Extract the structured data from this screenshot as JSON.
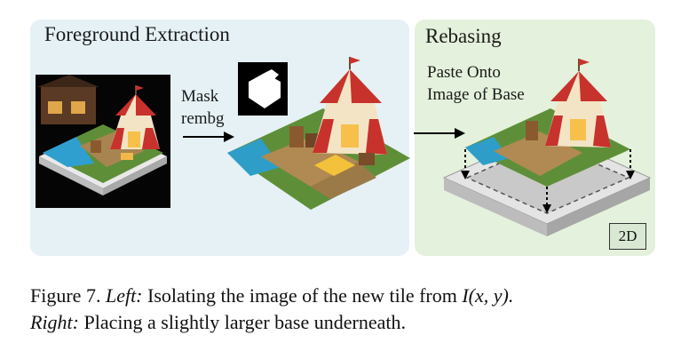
{
  "left_panel": {
    "title": "Foreground Extraction"
  },
  "right_panel": {
    "title": "Rebasing"
  },
  "mask_step": {
    "line1": "Mask",
    "line2": "rembg"
  },
  "paste_step": {
    "line1": "Paste Onto",
    "line2": "Image of Base"
  },
  "badge": {
    "label": "2D"
  },
  "caption": {
    "figure": "Figure 7.",
    "left_label": "Left:",
    "left_text": "Isolating the image of the new tile from",
    "math": "I(x, y).",
    "right_label": "Right:",
    "right_text": "Placing a slightly larger base underneath."
  },
  "colors": {
    "left_panel_bg": "#e5f1f5",
    "right_panel_bg": "#e4f1dc",
    "tent_red": "#c8322c",
    "tent_cream": "#f2e4c4",
    "grass": "#4f8a33",
    "water": "#2e9ec8",
    "base_gray": "#c9c9c9"
  },
  "icons": [
    "mask-thumbnail-icon",
    "arrow-right-icon",
    "dotted-arrow-down-icon"
  ]
}
